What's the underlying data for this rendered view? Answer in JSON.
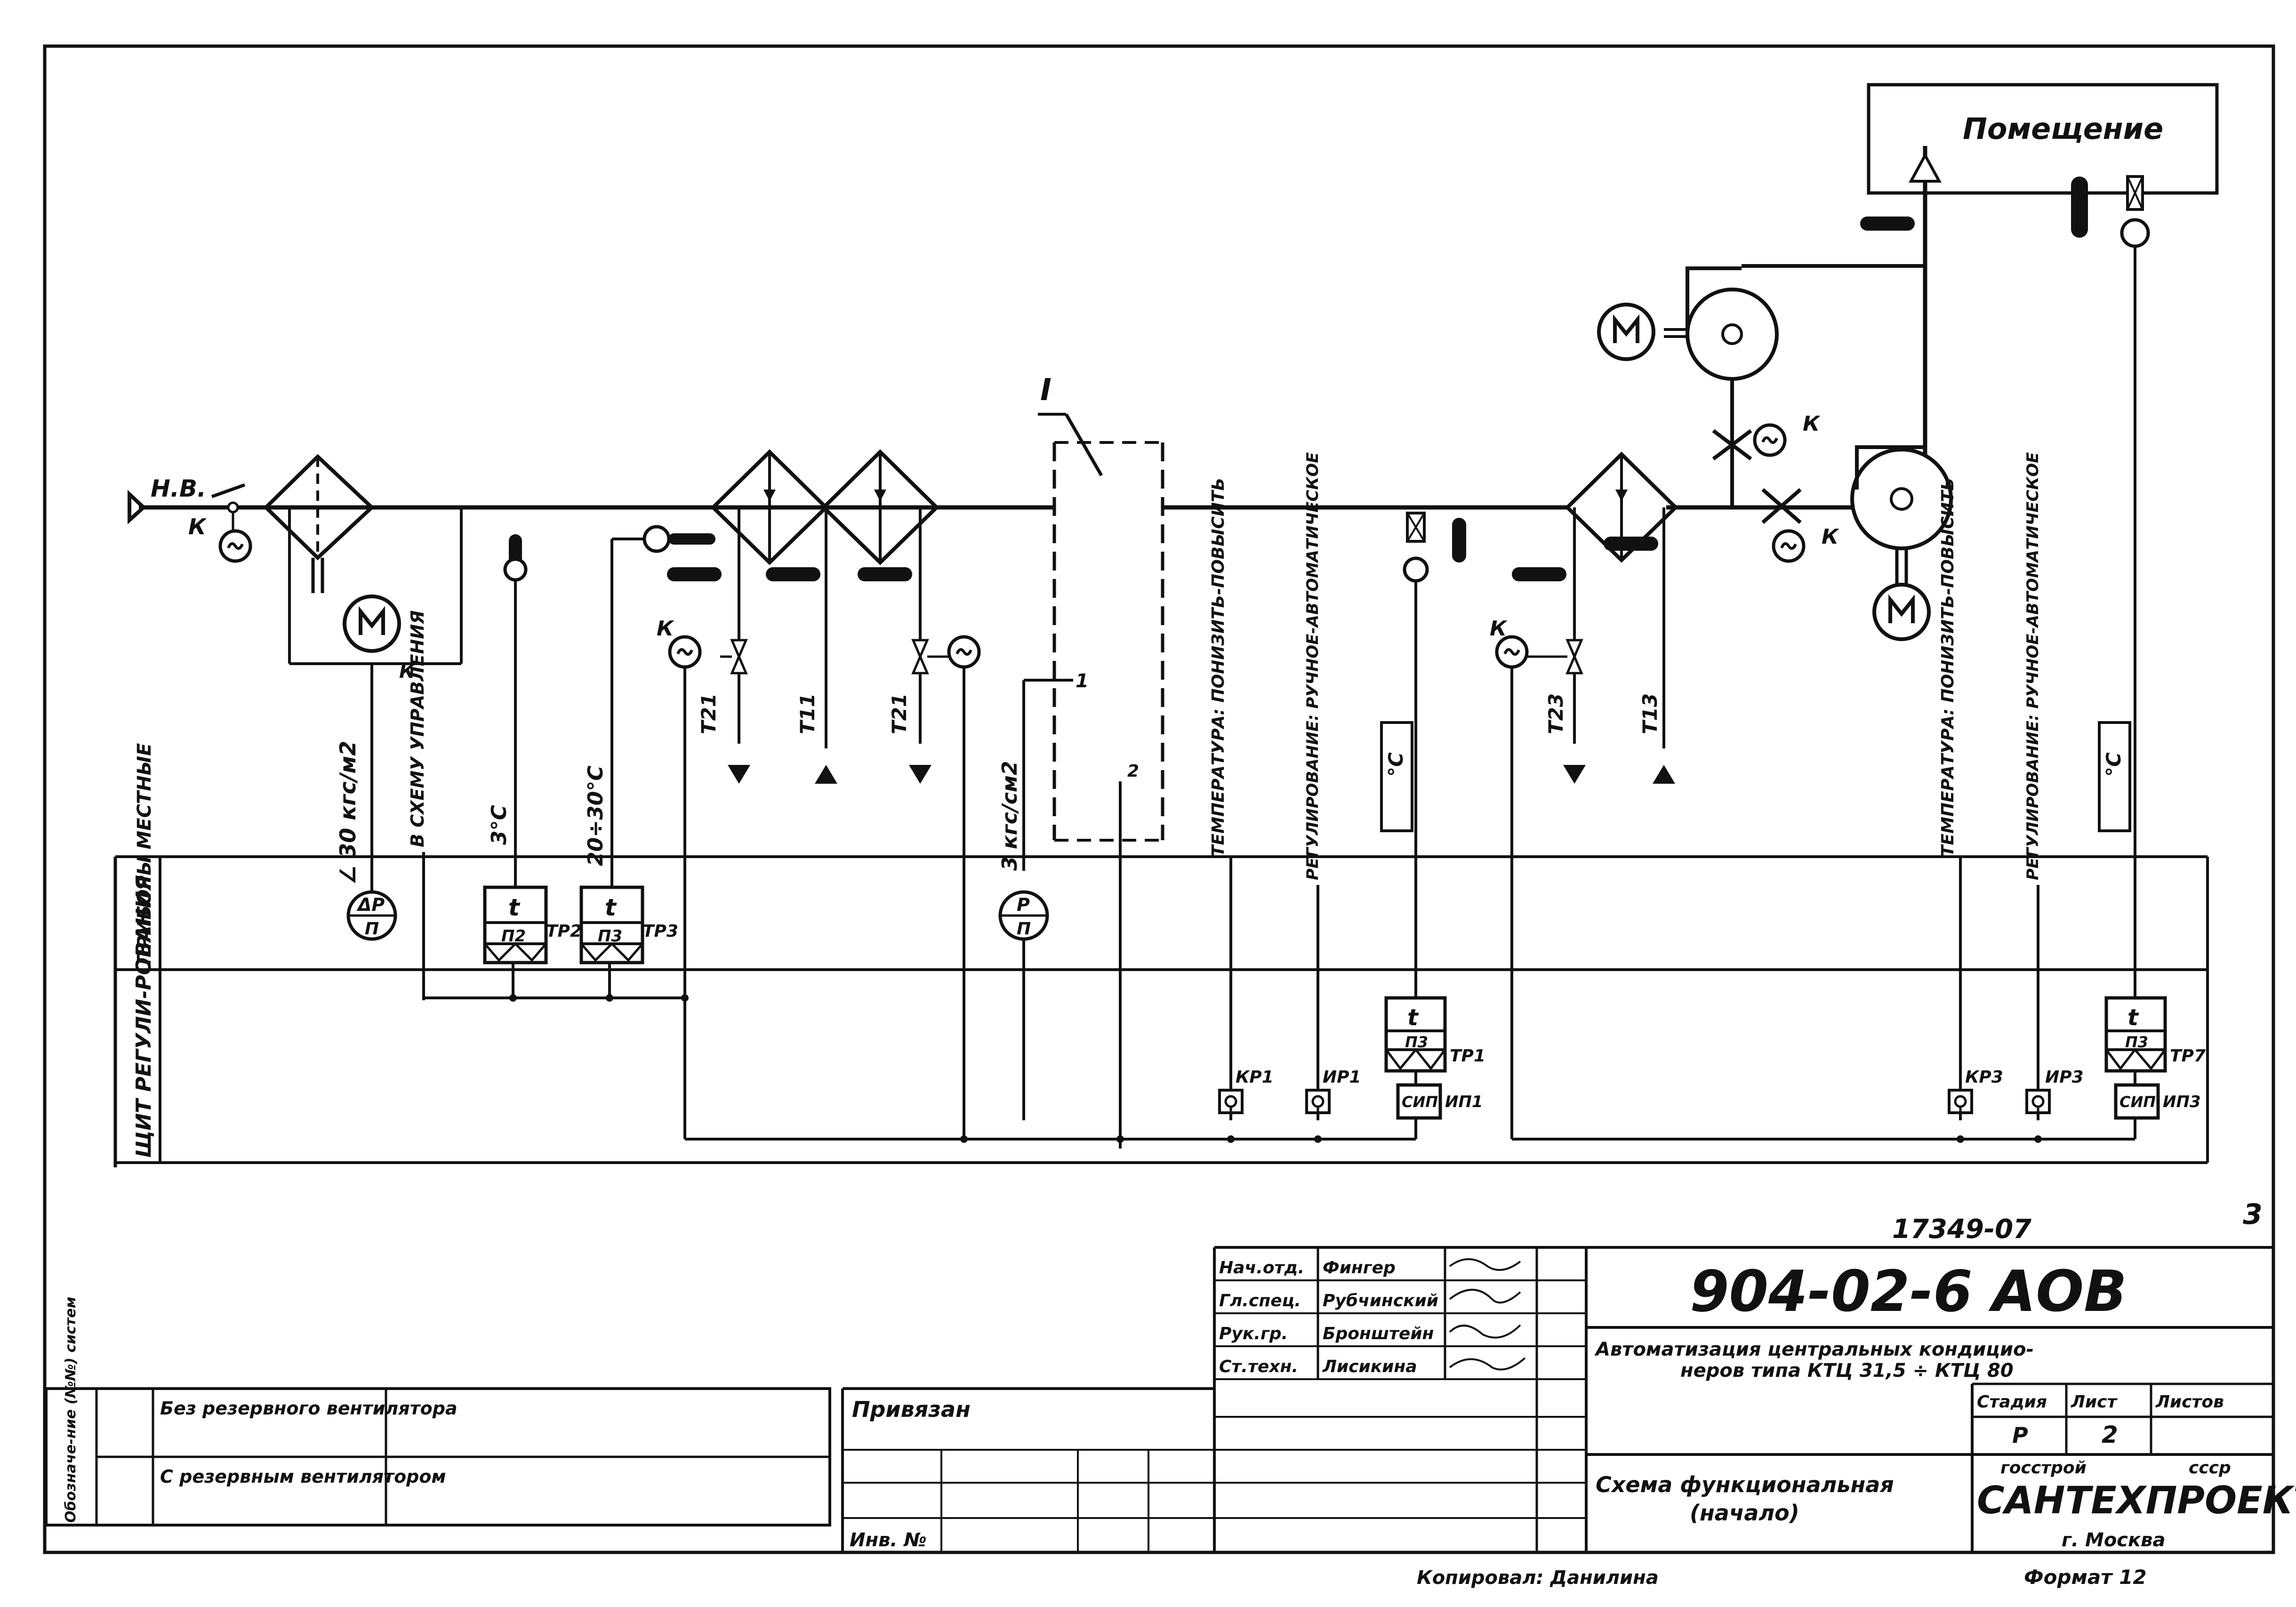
{
  "room": {
    "label": "Помещение"
  },
  "intake": {
    "label": "Н.В."
  },
  "sections": {
    "label": "I"
  },
  "equipment": {
    "motor": "М",
    "servo": "~",
    "k": "К"
  },
  "notes": {
    "dp_setpoint": "∠ 30 кгс/м2",
    "control_scheme": "В СХЕМУ УПРАВЛЕНИЯ",
    "temp_3": "3°C",
    "temp_20_30": "20÷30°C",
    "pressure_3": "3 кгс/см2",
    "pt_1": "1",
    "pt_2": "2",
    "temp_cmd": "ТЕМПЕРАТУРА: ПОНИЗИТЬ-ПОВЫСИТЬ",
    "reg_cmd": "РЕГУЛИРОВАНИЕ: РУЧНОЕ-АВТОМАТИЧЕСКОЕ",
    "temp_cmd_2": "ТЕМПЕРАТУРА: ПОНИЗИТЬ-ПОВЫСИТЬ",
    "reg_cmd_2": "РЕГУЛИРОВАНИЕ: РУЧНОЕ-АВТОМАТИЧЕСКОЕ",
    "deg_c": "°C",
    "deg_c_2": "°C"
  },
  "pipes": {
    "t21a": "Т21",
    "t11": "Т11",
    "t21b": "Т21",
    "t23": "Т23",
    "t13": "Т13"
  },
  "bands": {
    "local": "ПРИБОРЫ МЕСТНЫЕ",
    "panel": "ЩИТ РЕГУЛИ-РОВАНИЯ"
  },
  "instruments": {
    "dp_top": "ΔР",
    "dp_bottom": "П",
    "p_top": "Р",
    "p_bottom": "П",
    "t": "t",
    "tr2_code": "ТР2",
    "tr3_code": "ТР3",
    "tr1_code": "ТР1",
    "tr7_code": "ТР7",
    "p2": "П2",
    "p3": "П3",
    "kr1": "КР1",
    "ir1": "ИР1",
    "kr3": "КР3",
    "ir3": "ИР3",
    "sip": "СИП",
    "ip1": "ИП1",
    "ip3": "ИП3"
  },
  "title_block": {
    "doc_number": "17349-07",
    "sheet_corner": "3",
    "code": "904-02-6 АОВ",
    "desc_line1": "Автоматизация центральных кондицио-",
    "desc_line2": "неров типа КТЦ 31,5 ÷ КТЦ 80",
    "scheme_line1": "Схема функциональная",
    "scheme_line2": "(начало)",
    "stage_label": "Стадия",
    "sheet_label": "Лист",
    "sheets_label": "Листов",
    "stage": "Р",
    "sheet": "2",
    "org_top_left": "госстрой",
    "org_top_right": "ссср",
    "org": "САНТЕХПРОЕКТ",
    "city": "г. Москва",
    "copied": "Копировал: Данилина",
    "format": "Формат 12",
    "privyazan": "Привязан",
    "inv": "Инв. №",
    "signers": [
      {
        "role": "Нач.отд.",
        "name": "Фингер"
      },
      {
        "role": "Гл.спец.",
        "name": "Рубчинский"
      },
      {
        "role": "Рук.гр.",
        "name": "Бронштейн"
      },
      {
        "role": "Ст.техн.",
        "name": "Лисикина"
      }
    ],
    "variant_header": "Обозначе-ние (№№) систем",
    "variants": [
      "Без резервного вентилятора",
      "С резервным вентилятором"
    ]
  }
}
